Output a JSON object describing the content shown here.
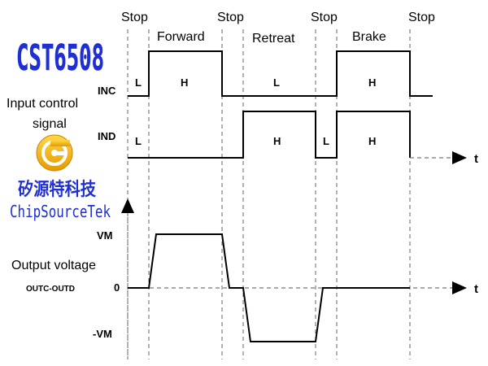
{
  "brand": {
    "model": "CST6508",
    "chinese_name": "矽源特科技",
    "english_name": "ChipSourceTek",
    "color_blue": "#1f2fd6",
    "color_gold": "#f4b400"
  },
  "phases": {
    "stop_label": "Stop",
    "forward": "Forward",
    "retreat": "Retreat",
    "brake": "Brake"
  },
  "left_labels": {
    "input_line1": "Input control",
    "input_line2": "signal",
    "output": "Output voltage"
  },
  "signals": {
    "inc": "INC",
    "ind": "IND",
    "outc_outd": "OUTC-OUTD",
    "vm": "VM",
    "zero": "0",
    "neg_vm": "-VM",
    "time_axis": "t",
    "low": "L",
    "high": "H"
  }
}
